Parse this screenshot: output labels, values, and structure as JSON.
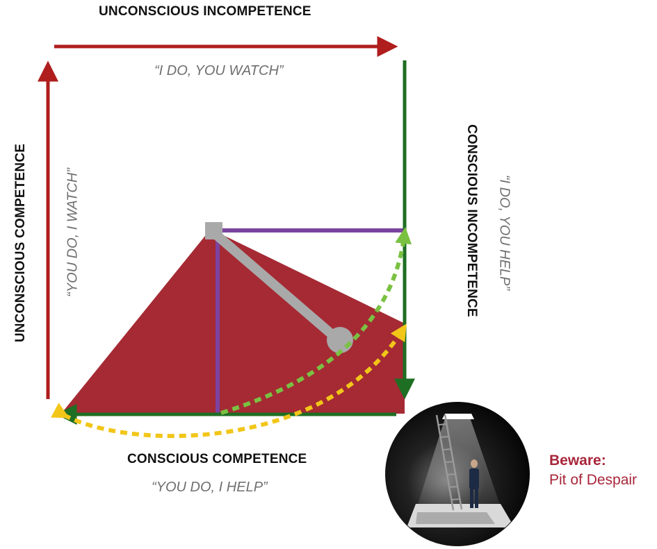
{
  "stages": {
    "top": {
      "title": "UNCONSCIOUS INCOMPETENCE",
      "quote": "“I DO, YOU WATCH”"
    },
    "right": {
      "title": "CONSCIOUS INCOMPETENCE",
      "quote": "“I DO, YOU HELP”"
    },
    "bottom": {
      "title": "CONSCIOUS COMPETENCE",
      "quote": "“YOU DO, I HELP”"
    },
    "left": {
      "title": "UNCONSCIOUS COMPETENCE",
      "quote": "“YOU DO, I WATCH”"
    }
  },
  "warning": {
    "heading": "Beware:",
    "label": "Pit of Despair"
  },
  "colors": {
    "red_arrow": "#b01d1d",
    "green_arrow": "#1e6e23",
    "triangle_fill": "#a52a34",
    "purple_line": "#7b44a0",
    "pendulum_gray": "#a9a9a9",
    "dotted_green": "#7ac142",
    "dotted_yellow": "#f2c619",
    "warning_text": "#a8263a"
  },
  "icons": {
    "pit": "pit-of-despair-illustration"
  }
}
